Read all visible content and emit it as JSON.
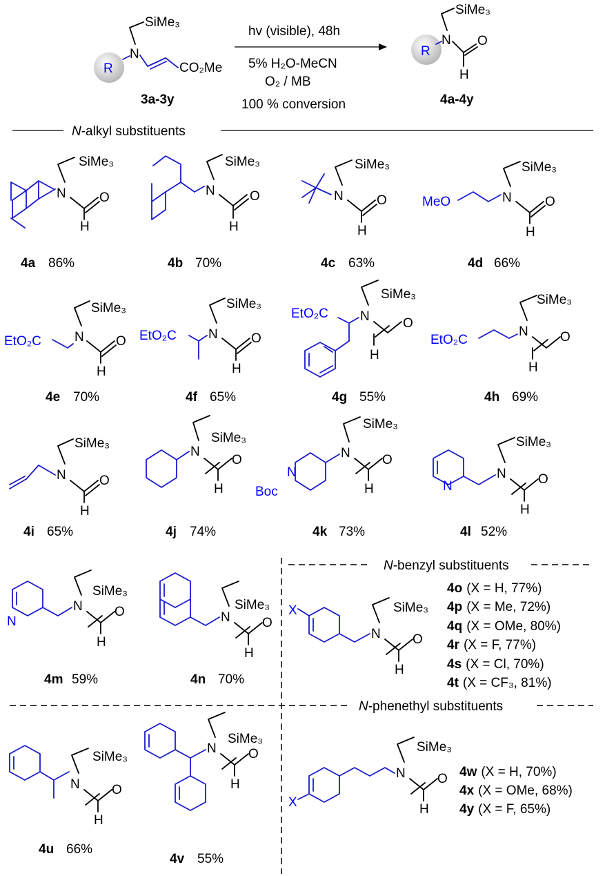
{
  "reaction": {
    "reactant_label": "3a-3y",
    "product_label": "4a-4y",
    "conditions": [
      "hv (visible), 48h",
      "5% H₂O-MeCN",
      "O₂ / MB",
      "100 % conversion"
    ],
    "r_group": "R",
    "n_atom": "N",
    "silyl": "SiMe₃",
    "ester": "CO₂Me",
    "oxygen": "O",
    "hydrogen": "H"
  },
  "sections": {
    "alkyl_prefix": "N",
    "alkyl_rest": "-alkyl substituents",
    "benzyl_prefix": "N",
    "benzyl_rest": "-benzyl substituents",
    "phenethyl_prefix": "N",
    "phenethyl_rest": "-phenethyl  substituents"
  },
  "atoms": {
    "n": "N",
    "o": "O",
    "h": "H",
    "silyl": "SiMe₃",
    "meo": "MeO",
    "etester": "EtO₂C",
    "boc": "Boc",
    "x": "X"
  },
  "compounds": [
    {
      "id": "4a",
      "yield": "86%"
    },
    {
      "id": "4b",
      "yield": "70%"
    },
    {
      "id": "4c",
      "yield": "63%"
    },
    {
      "id": "4d",
      "yield": "66%"
    },
    {
      "id": "4e",
      "yield": "70%"
    },
    {
      "id": "4f",
      "yield": "65%"
    },
    {
      "id": "4g",
      "yield": "55%"
    },
    {
      "id": "4h",
      "yield": "69%"
    },
    {
      "id": "4i",
      "yield": "65%"
    },
    {
      "id": "4j",
      "yield": "74%"
    },
    {
      "id": "4k",
      "yield": "73%"
    },
    {
      "id": "4l",
      "yield": "52%"
    },
    {
      "id": "4m",
      "yield": "59%"
    },
    {
      "id": "4n",
      "yield": "70%"
    },
    {
      "id": "4u",
      "yield": "66%"
    },
    {
      "id": "4v",
      "yield": "55%"
    }
  ],
  "benzyl_list": [
    {
      "id": "4o",
      "detail": "(X = H, 77%)"
    },
    {
      "id": "4p",
      "detail": "(X = Me, 72%)"
    },
    {
      "id": "4q",
      "detail": "(X = OMe, 80%)"
    },
    {
      "id": "4r",
      "detail": "(X = F, 77%)"
    },
    {
      "id": "4s",
      "detail": "(X = Cl, 70%)"
    },
    {
      "id": "4t",
      "detail": "(X = CF₃, 81%)"
    }
  ],
  "phenethyl_list": [
    {
      "id": "4w",
      "detail": "(X = H, 70%)"
    },
    {
      "id": "4x",
      "detail": "(X = OMe, 68%)"
    },
    {
      "id": "4y",
      "detail": "(X = F, 65%)"
    }
  ]
}
